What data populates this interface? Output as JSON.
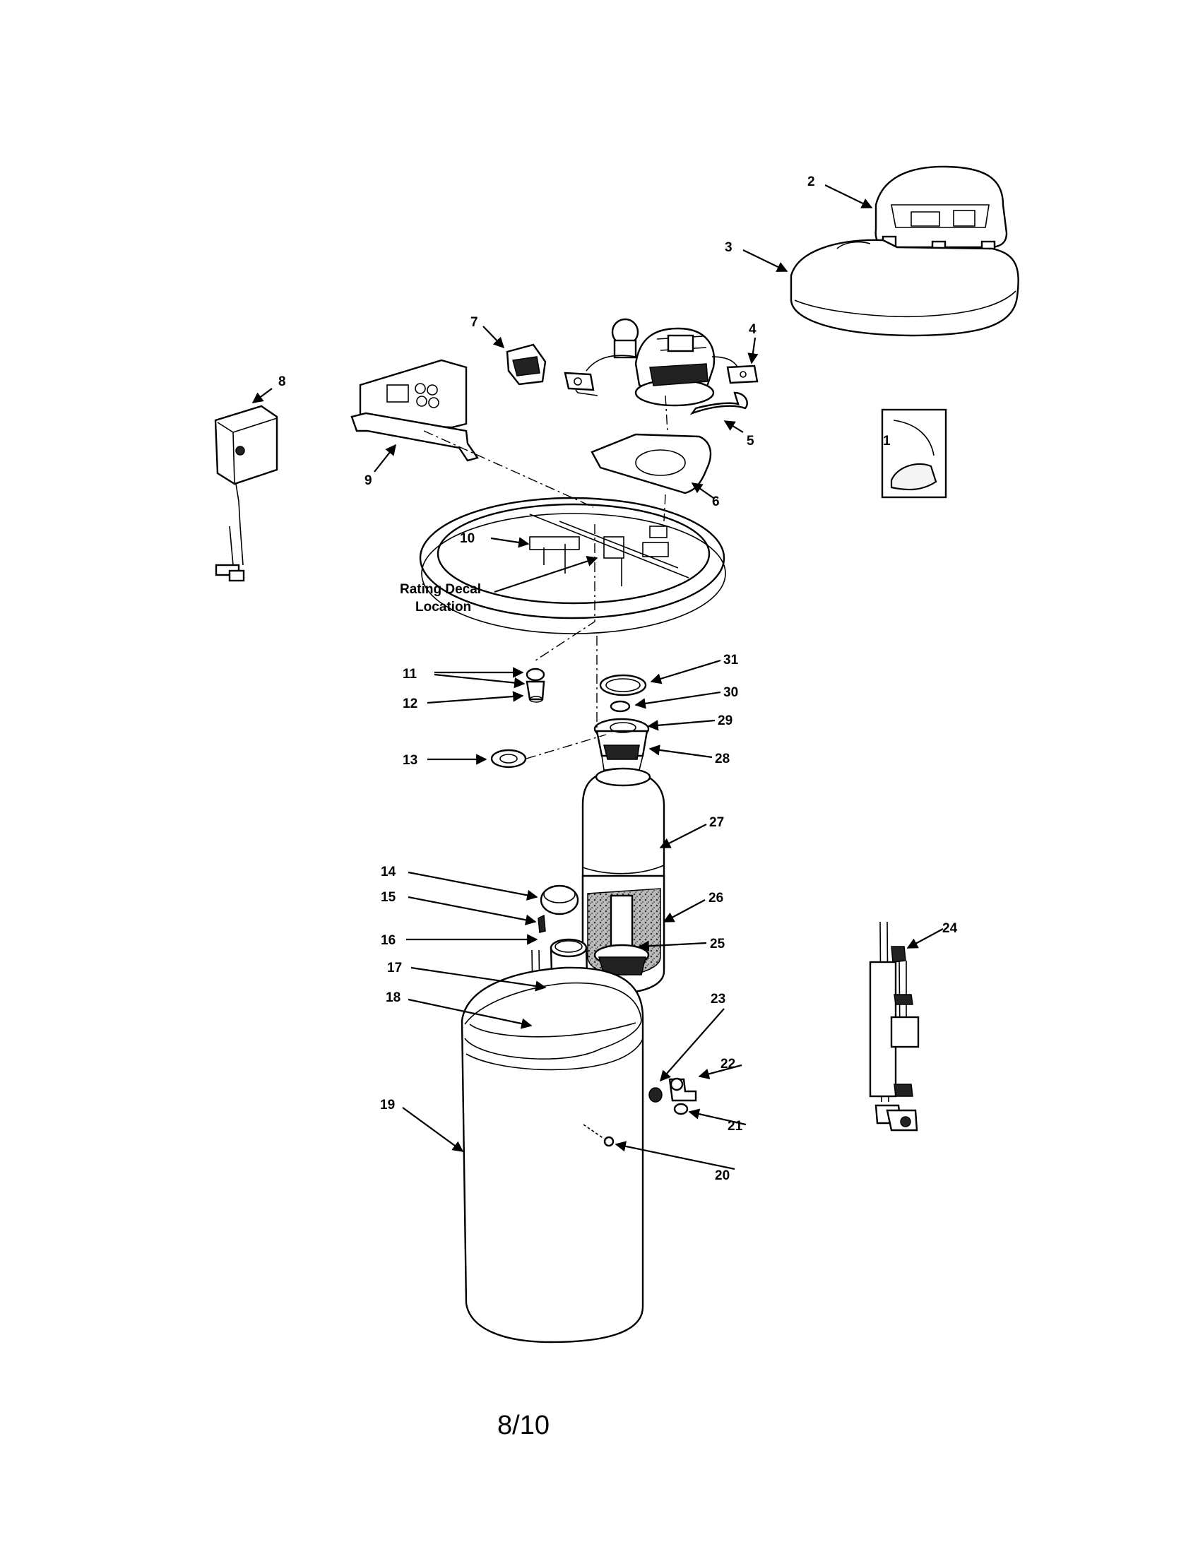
{
  "callouts": [
    "1",
    "2",
    "3",
    "4",
    "5",
    "6",
    "7",
    "8",
    "9",
    "10",
    "11",
    "12",
    "13",
    "14",
    "15",
    "16",
    "17",
    "18",
    "19",
    "20",
    "21",
    "22",
    "23",
    "24",
    "25",
    "26",
    "27",
    "28",
    "29",
    "30",
    "31"
  ],
  "decal_label_line1": "Rating Decal",
  "decal_label_line2": "Location",
  "page_number": "8/10"
}
